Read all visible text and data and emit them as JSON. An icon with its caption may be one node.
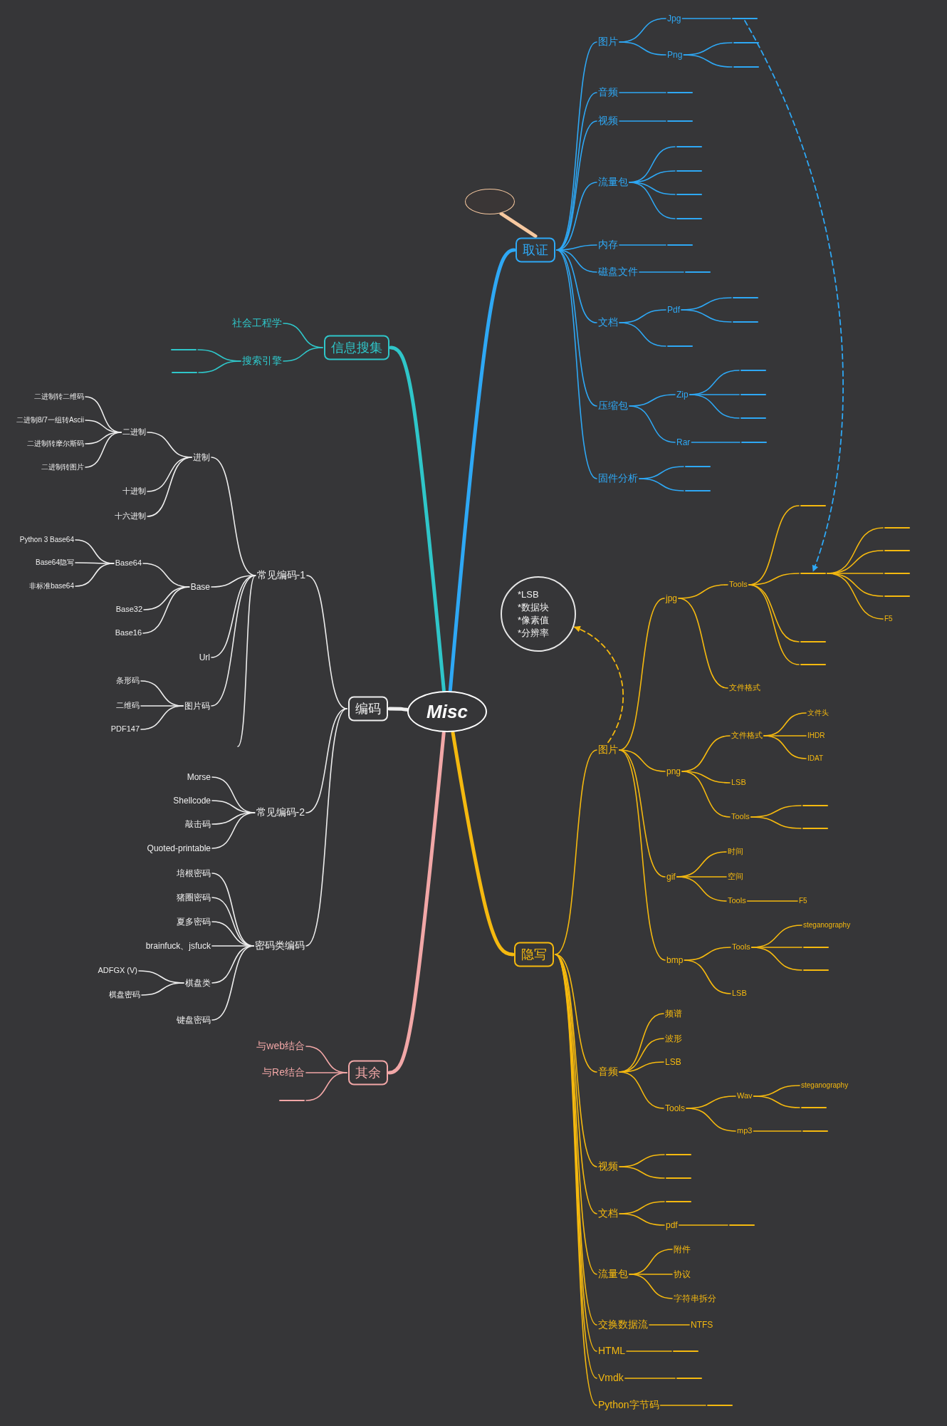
{
  "diagram": {
    "nodes": [
      {
        "text": [
          "Misc"
        ]
      },
      {
        "text": [
          "取证"
        ]
      },
      {
        "text": [],
        "shape": "ellipse"
      },
      {
        "text": [
          "图片"
        ]
      },
      {
        "text": [
          "Jpg"
        ]
      },
      {
        "text": [],
        "shape": "line"
      },
      {
        "text": [
          "Png"
        ]
      },
      {
        "text": [],
        "shape": "line"
      },
      {
        "text": [],
        "shape": "line"
      },
      {
        "text": [
          "音频"
        ]
      },
      {
        "text": [],
        "shape": "line"
      },
      {
        "text": [
          "视频"
        ]
      },
      {
        "text": [],
        "shape": "line"
      },
      {
        "text": [
          "流量包"
        ]
      },
      {
        "text": [],
        "shape": "line"
      },
      {
        "text": [],
        "shape": "line"
      },
      {
        "text": [],
        "shape": "line"
      },
      {
        "text": [],
        "shape": "line"
      },
      {
        "text": [
          "内存"
        ]
      },
      {
        "text": [],
        "shape": "line"
      },
      {
        "text": [
          "磁盘文件"
        ]
      },
      {
        "text": [],
        "shape": "line"
      },
      {
        "text": [
          "文档"
        ]
      },
      {
        "text": [
          "Pdf"
        ]
      },
      {
        "text": [],
        "shape": "line"
      },
      {
        "text": [],
        "shape": "line"
      },
      {
        "text": [],
        "shape": "line"
      },
      {
        "text": [
          "压缩包"
        ]
      },
      {
        "text": [
          "Zip"
        ]
      },
      {
        "text": [],
        "shape": "line"
      },
      {
        "text": [],
        "shape": "line"
      },
      {
        "text": [],
        "shape": "line"
      },
      {
        "text": [
          "Rar"
        ]
      },
      {
        "text": [],
        "shape": "line"
      },
      {
        "text": [
          "固件分析"
        ]
      },
      {
        "text": [],
        "shape": "line"
      },
      {
        "text": [],
        "shape": "line"
      },
      {
        "text": [
          "隐写"
        ]
      },
      {
        "text": [
          "图片"
        ]
      },
      {
        "text": [
          "jpg"
        ]
      },
      {
        "text": [
          "Tools"
        ]
      },
      {
        "text": [],
        "shape": "line"
      },
      {
        "text": [],
        "shape": "line"
      },
      {
        "text": [],
        "shape": "line"
      },
      {
        "text": [],
        "shape": "line"
      },
      {
        "text": [],
        "shape": "line"
      },
      {
        "text": [],
        "shape": "line"
      },
      {
        "text": [
          "F5"
        ]
      },
      {
        "text": [],
        "shape": "line"
      },
      {
        "text": [],
        "shape": "line"
      },
      {
        "text": [
          "文件格式"
        ]
      },
      {
        "text": [
          "png"
        ]
      },
      {
        "text": [
          "文件格式"
        ]
      },
      {
        "text": [
          "文件头"
        ]
      },
      {
        "text": [
          "IHDR"
        ]
      },
      {
        "text": [
          "IDAT"
        ]
      },
      {
        "text": [
          "LSB"
        ]
      },
      {
        "text": [
          "Tools"
        ]
      },
      {
        "text": [],
        "shape": "line"
      },
      {
        "text": [],
        "shape": "line"
      },
      {
        "text": [
          "gif"
        ]
      },
      {
        "text": [
          "时间"
        ]
      },
      {
        "text": [
          "空间"
        ]
      },
      {
        "text": [
          "Tools"
        ]
      },
      {
        "text": [
          "F5"
        ]
      },
      {
        "text": [
          "bmp"
        ]
      },
      {
        "text": [
          "Tools"
        ]
      },
      {
        "text": [
          "steganography"
        ]
      },
      {
        "text": [],
        "shape": "line"
      },
      {
        "text": [],
        "shape": "line"
      },
      {
        "text": [
          "LSB"
        ]
      },
      {
        "text": [
          "音频"
        ]
      },
      {
        "text": [
          "频谱"
        ]
      },
      {
        "text": [
          "波形"
        ]
      },
      {
        "text": [
          "LSB"
        ]
      },
      {
        "text": [
          "Tools"
        ]
      },
      {
        "text": [
          "Wav"
        ]
      },
      {
        "text": [
          "steganography"
        ]
      },
      {
        "text": [],
        "shape": "line"
      },
      {
        "text": [
          "mp3"
        ]
      },
      {
        "text": [],
        "shape": "line"
      },
      {
        "text": [
          "视频"
        ]
      },
      {
        "text": [],
        "shape": "line"
      },
      {
        "text": [],
        "shape": "line"
      },
      {
        "text": [
          "文档"
        ]
      },
      {
        "text": [],
        "shape": "line"
      },
      {
        "text": [
          "pdf"
        ]
      },
      {
        "text": [],
        "shape": "line"
      },
      {
        "text": [
          "流量包"
        ]
      },
      {
        "text": [
          "附件"
        ]
      },
      {
        "text": [
          "协议"
        ]
      },
      {
        "text": [
          "字符串拆分"
        ]
      },
      {
        "text": [
          "交换数据流"
        ]
      },
      {
        "text": [
          "NTFS"
        ]
      },
      {
        "text": [
          "HTML"
        ]
      },
      {
        "text": [],
        "shape": "line"
      },
      {
        "text": [
          "Vmdk"
        ]
      },
      {
        "text": [],
        "shape": "line"
      },
      {
        "text": [
          "Python字节码"
        ]
      },
      {
        "text": [],
        "shape": "line"
      },
      {
        "text": [
          "*LSB",
          "*数据块",
          "*像素值",
          "*分辨率"
        ]
      },
      {
        "text": [
          "信息搜集"
        ]
      },
      {
        "text": [
          "社会工程学"
        ]
      },
      {
        "text": [
          "搜索引擎"
        ]
      },
      {
        "text": [],
        "shape": "line"
      },
      {
        "text": [],
        "shape": "line"
      },
      {
        "text": [
          "编码"
        ]
      },
      {
        "text": [
          "常见编码-1"
        ]
      },
      {
        "text": [
          "进制"
        ]
      },
      {
        "text": [
          "二进制"
        ]
      },
      {
        "text": [
          "二进制转二维码"
        ]
      },
      {
        "text": [
          "二进制8/7一组转Ascii"
        ]
      },
      {
        "text": [
          "二进制转摩尔斯码"
        ]
      },
      {
        "text": [
          "二进制转图片"
        ]
      },
      {
        "text": [
          "十进制"
        ]
      },
      {
        "text": [
          "十六进制"
        ]
      },
      {
        "text": [
          "Base"
        ]
      },
      {
        "text": [
          "Base64"
        ]
      },
      {
        "text": [
          "Python 3 Base64"
        ]
      },
      {
        "text": [
          "Base64隐写"
        ]
      },
      {
        "text": [
          "非标准base64"
        ]
      },
      {
        "text": [
          "Base32"
        ]
      },
      {
        "text": [
          "Base16"
        ]
      },
      {
        "text": [
          "Url"
        ]
      },
      {
        "text": [
          "图片码"
        ]
      },
      {
        "text": [
          "条形码"
        ]
      },
      {
        "text": [
          "二维码"
        ]
      },
      {
        "text": [
          "PDF147"
        ]
      },
      {
        "text": [
          "常见编码-2"
        ]
      },
      {
        "text": [
          "Morse"
        ]
      },
      {
        "text": [
          "Shellcode"
        ]
      },
      {
        "text": [
          "敲击码"
        ]
      },
      {
        "text": [
          "Quoted-printable"
        ]
      },
      {
        "text": [
          "密码类编码"
        ]
      },
      {
        "text": [
          "培根密码"
        ]
      },
      {
        "text": [
          "猪圈密码"
        ]
      },
      {
        "text": [
          "夏多密码"
        ]
      },
      {
        "text": [
          "brainfuck、jsfuck"
        ]
      },
      {
        "text": [
          "棋盘类"
        ]
      },
      {
        "text": [
          "ADFGX (V)"
        ]
      },
      {
        "text": [
          "棋盘密码"
        ]
      },
      {
        "text": [
          "键盘密码"
        ]
      },
      {
        "text": [
          "其余"
        ]
      },
      {
        "text": [
          "与web结合"
        ]
      },
      {
        "text": [
          "与Re结合"
        ]
      },
      {
        "text": [],
        "shape": "line"
      }
    ],
    "edges": [
      {
        "from": 0,
        "to": 1,
        "arrow": "none",
        "style": "thick",
        "color": "#2ea8f5"
      },
      {
        "from": 0,
        "to": 37,
        "arrow": "none",
        "style": "thick"
      },
      {
        "from": 0,
        "to": 101,
        "arrow": "none",
        "style": "thick",
        "color": "#2fc6c9"
      },
      {
        "from": 0,
        "to": 106,
        "arrow": "none",
        "style": "thick",
        "color": "#eeeeee"
      },
      {
        "from": 0,
        "to": 142,
        "arrow": "none",
        "style": "thick",
        "color": "#f2a7a7"
      },
      {
        "from": 2,
        "to": 1,
        "arrow": "none",
        "style": "thick",
        "color": "#f7c9a0"
      },
      {
        "from": 1,
        "to": 3,
        "arrow": "none",
        "color": "#2ea8f5"
      },
      {
        "from": 1,
        "to": 9,
        "arrow": "none",
        "color": "#2ea8f5"
      },
      {
        "from": 1,
        "to": 11,
        "arrow": "none",
        "color": "#2ea8f5"
      },
      {
        "from": 1,
        "to": 13,
        "arrow": "none",
        "color": "#2ea8f5"
      },
      {
        "from": 1,
        "to": 18,
        "arrow": "none",
        "color": "#2ea8f5"
      },
      {
        "from": 1,
        "to": 20,
        "arrow": "none",
        "color": "#2ea8f5"
      },
      {
        "from": 1,
        "to": 22,
        "arrow": "none",
        "color": "#2ea8f5"
      },
      {
        "from": 1,
        "to": 27,
        "arrow": "none",
        "color": "#2ea8f5"
      },
      {
        "from": 1,
        "to": 34,
        "arrow": "none",
        "color": "#2ea8f5"
      },
      {
        "from": 3,
        "to": 4,
        "arrow": "none",
        "color": "#2ea8f5"
      },
      {
        "from": 3,
        "to": 6,
        "arrow": "none",
        "color": "#2ea8f5"
      },
      {
        "from": 4,
        "to": 5,
        "arrow": "none",
        "color": "#2ea8f5"
      },
      {
        "from": 6,
        "to": 7,
        "arrow": "none",
        "color": "#2ea8f5"
      },
      {
        "from": 6,
        "to": 8,
        "arrow": "none",
        "color": "#2ea8f5"
      },
      {
        "from": 9,
        "to": 10,
        "arrow": "none",
        "color": "#2ea8f5"
      },
      {
        "from": 11,
        "to": 12,
        "arrow": "none",
        "color": "#2ea8f5"
      },
      {
        "from": 13,
        "to": 14,
        "arrow": "none",
        "color": "#2ea8f5"
      },
      {
        "from": 13,
        "to": 15,
        "arrow": "none",
        "color": "#2ea8f5"
      },
      {
        "from": 13,
        "to": 16,
        "arrow": "none",
        "color": "#2ea8f5"
      },
      {
        "from": 13,
        "to": 17,
        "arrow": "none",
        "color": "#2ea8f5"
      },
      {
        "from": 18,
        "to": 19,
        "arrow": "none",
        "color": "#2ea8f5"
      },
      {
        "from": 20,
        "to": 21,
        "arrow": "none",
        "color": "#2ea8f5"
      },
      {
        "from": 22,
        "to": 23,
        "arrow": "none",
        "color": "#2ea8f5"
      },
      {
        "from": 22,
        "to": 26,
        "arrow": "none",
        "color": "#2ea8f5"
      },
      {
        "from": 23,
        "to": 24,
        "arrow": "none",
        "color": "#2ea8f5"
      },
      {
        "from": 23,
        "to": 25,
        "arrow": "none",
        "color": "#2ea8f5"
      },
      {
        "from": 27,
        "to": 28,
        "arrow": "none",
        "color": "#2ea8f5"
      },
      {
        "from": 27,
        "to": 32,
        "arrow": "none",
        "color": "#2ea8f5"
      },
      {
        "from": 28,
        "to": 29,
        "arrow": "none",
        "color": "#2ea8f5"
      },
      {
        "from": 28,
        "to": 30,
        "arrow": "none",
        "color": "#2ea8f5"
      },
      {
        "from": 28,
        "to": 31,
        "arrow": "none",
        "color": "#2ea8f5"
      },
      {
        "from": 32,
        "to": 33,
        "arrow": "none",
        "color": "#2ea8f5"
      },
      {
        "from": 34,
        "to": 35,
        "arrow": "none",
        "color": "#2ea8f5"
      },
      {
        "from": 34,
        "to": 36,
        "arrow": "none",
        "color": "#2ea8f5"
      },
      {
        "from": 5,
        "to": 42,
        "arrow": "to",
        "style": "dashed",
        "color": "#2ea8f5"
      },
      {
        "from": 37,
        "to": 38,
        "arrow": "none"
      },
      {
        "from": 37,
        "to": 71,
        "arrow": "none"
      },
      {
        "from": 37,
        "to": 81,
        "arrow": "none"
      },
      {
        "from": 37,
        "to": 84,
        "arrow": "none"
      },
      {
        "from": 37,
        "to": 88,
        "arrow": "none"
      },
      {
        "from": 37,
        "to": 92,
        "arrow": "none"
      },
      {
        "from": 37,
        "to": 94,
        "arrow": "none"
      },
      {
        "from": 37,
        "to": 96,
        "arrow": "none"
      },
      {
        "from": 37,
        "to": 98,
        "arrow": "none"
      },
      {
        "from": 38,
        "to": 39,
        "arrow": "none"
      },
      {
        "from": 38,
        "to": 51,
        "arrow": "none"
      },
      {
        "from": 38,
        "to": 60,
        "arrow": "none"
      },
      {
        "from": 38,
        "to": 65,
        "arrow": "none"
      },
      {
        "from": 39,
        "to": 40,
        "arrow": "none"
      },
      {
        "from": 39,
        "to": 50,
        "arrow": "none"
      },
      {
        "from": 40,
        "to": 41,
        "arrow": "none"
      },
      {
        "from": 40,
        "to": 42,
        "arrow": "none"
      },
      {
        "from": 40,
        "to": 48,
        "arrow": "none"
      },
      {
        "from": 40,
        "to": 49,
        "arrow": "none"
      },
      {
        "from": 42,
        "to": 43,
        "arrow": "none"
      },
      {
        "from": 42,
        "to": 44,
        "arrow": "none"
      },
      {
        "from": 42,
        "to": 45,
        "arrow": "none"
      },
      {
        "from": 42,
        "to": 46,
        "arrow": "none"
      },
      {
        "from": 42,
        "to": 47,
        "arrow": "none"
      },
      {
        "from": 51,
        "to": 52,
        "arrow": "none"
      },
      {
        "from": 51,
        "to": 56,
        "arrow": "none"
      },
      {
        "from": 51,
        "to": 57,
        "arrow": "none"
      },
      {
        "from": 52,
        "to": 53,
        "arrow": "none"
      },
      {
        "from": 52,
        "to": 54,
        "arrow": "none"
      },
      {
        "from": 52,
        "to": 55,
        "arrow": "none"
      },
      {
        "from": 57,
        "to": 58,
        "arrow": "none"
      },
      {
        "from": 57,
        "to": 59,
        "arrow": "none"
      },
      {
        "from": 60,
        "to": 61,
        "arrow": "none"
      },
      {
        "from": 60,
        "to": 62,
        "arrow": "none"
      },
      {
        "from": 60,
        "to": 63,
        "arrow": "none"
      },
      {
        "from": 63,
        "to": 64,
        "arrow": "none"
      },
      {
        "from": 65,
        "to": 66,
        "arrow": "none"
      },
      {
        "from": 65,
        "to": 70,
        "arrow": "none"
      },
      {
        "from": 66,
        "to": 67,
        "arrow": "none"
      },
      {
        "from": 66,
        "to": 68,
        "arrow": "none"
      },
      {
        "from": 66,
        "to": 69,
        "arrow": "none"
      },
      {
        "from": 71,
        "to": 72,
        "arrow": "none"
      },
      {
        "from": 71,
        "to": 73,
        "arrow": "none"
      },
      {
        "from": 71,
        "to": 74,
        "arrow": "none"
      },
      {
        "from": 71,
        "to": 75,
        "arrow": "none"
      },
      {
        "from": 75,
        "to": 76,
        "arrow": "none"
      },
      {
        "from": 75,
        "to": 79,
        "arrow": "none"
      },
      {
        "from": 76,
        "to": 77,
        "arrow": "none"
      },
      {
        "from": 76,
        "to": 78,
        "arrow": "none"
      },
      {
        "from": 79,
        "to": 80,
        "arrow": "none"
      },
      {
        "from": 81,
        "to": 82,
        "arrow": "none"
      },
      {
        "from": 81,
        "to": 83,
        "arrow": "none"
      },
      {
        "from": 84,
        "to": 85,
        "arrow": "none"
      },
      {
        "from": 84,
        "to": 86,
        "arrow": "none"
      },
      {
        "from": 86,
        "to": 87,
        "arrow": "none"
      },
      {
        "from": 88,
        "to": 89,
        "arrow": "none"
      },
      {
        "from": 88,
        "to": 90,
        "arrow": "none"
      },
      {
        "from": 88,
        "to": 91,
        "arrow": "none"
      },
      {
        "from": 92,
        "to": 93,
        "arrow": "none"
      },
      {
        "from": 94,
        "to": 95,
        "arrow": "none"
      },
      {
        "from": 96,
        "to": 97,
        "arrow": "none"
      },
      {
        "from": 98,
        "to": 99,
        "arrow": "none"
      },
      {
        "from": 38,
        "to": 100,
        "arrow": "to",
        "style": "dashed"
      },
      {
        "from": 101,
        "to": 102,
        "arrow": "none",
        "color": "#2fc6c9"
      },
      {
        "from": 101,
        "to": 103,
        "arrow": "none",
        "color": "#2fc6c9"
      },
      {
        "from": 103,
        "to": 104,
        "arrow": "none",
        "color": "#2fc6c9"
      },
      {
        "from": 103,
        "to": 105,
        "arrow": "none",
        "color": "#2fc6c9"
      },
      {
        "from": 106,
        "to": 107,
        "arrow": "none",
        "color": "#eeeeee"
      },
      {
        "from": 106,
        "to": 128,
        "arrow": "none",
        "color": "#eeeeee"
      },
      {
        "from": 106,
        "to": 133,
        "arrow": "none",
        "color": "#eeeeee"
      },
      {
        "from": 107,
        "to": 108,
        "arrow": "none",
        "color": "#eeeeee"
      },
      {
        "from": 107,
        "to": 116,
        "arrow": "none",
        "color": "#eeeeee"
      },
      {
        "from": 107,
        "to": 123,
        "arrow": "none",
        "color": "#eeeeee"
      },
      {
        "from": 107,
        "to": 124,
        "arrow": "none",
        "color": "#eeeeee"
      },
      {
        "from": 107,
        "to": null,
        "arrow": "none",
        "color": "#eeeeee"
      },
      {
        "from": 108,
        "to": 109,
        "arrow": "none",
        "color": "#eeeeee"
      },
      {
        "from": 108,
        "to": 114,
        "arrow": "none",
        "color": "#eeeeee"
      },
      {
        "from": 108,
        "to": 115,
        "arrow": "none",
        "color": "#eeeeee"
      },
      {
        "from": 109,
        "to": 110,
        "arrow": "none",
        "color": "#eeeeee"
      },
      {
        "from": 109,
        "to": 111,
        "arrow": "none",
        "color": "#eeeeee"
      },
      {
        "from": 109,
        "to": 112,
        "arrow": "none",
        "color": "#eeeeee"
      },
      {
        "from": 109,
        "to": 113,
        "arrow": "none",
        "color": "#eeeeee"
      },
      {
        "from": 116,
        "to": 117,
        "arrow": "none",
        "color": "#eeeeee"
      },
      {
        "from": 116,
        "to": 121,
        "arrow": "none",
        "color": "#eeeeee"
      },
      {
        "from": 116,
        "to": 122,
        "arrow": "none",
        "color": "#eeeeee"
      },
      {
        "from": 117,
        "to": 118,
        "arrow": "none",
        "color": "#eeeeee"
      },
      {
        "from": 117,
        "to": 119,
        "arrow": "none",
        "color": "#eeeeee"
      },
      {
        "from": 117,
        "to": 120,
        "arrow": "none",
        "color": "#eeeeee"
      },
      {
        "from": 124,
        "to": 125,
        "arrow": "none",
        "color": "#eeeeee"
      },
      {
        "from": 124,
        "to": 126,
        "arrow": "none",
        "color": "#eeeeee"
      },
      {
        "from": 124,
        "to": 127,
        "arrow": "none",
        "color": "#eeeeee"
      },
      {
        "from": 128,
        "to": 129,
        "arrow": "none",
        "color": "#eeeeee"
      },
      {
        "from": 128,
        "to": 130,
        "arrow": "none",
        "color": "#eeeeee"
      },
      {
        "from": 128,
        "to": 131,
        "arrow": "none",
        "color": "#eeeeee"
      },
      {
        "from": 128,
        "to": 132,
        "arrow": "none",
        "color": "#eeeeee"
      },
      {
        "from": 133,
        "to": 134,
        "arrow": "none",
        "color": "#eeeeee"
      },
      {
        "from": 133,
        "to": 135,
        "arrow": "none",
        "color": "#eeeeee"
      },
      {
        "from": 133,
        "to": 136,
        "arrow": "none",
        "color": "#eeeeee"
      },
      {
        "from": 133,
        "to": 137,
        "arrow": "none",
        "color": "#eeeeee"
      },
      {
        "from": 133,
        "to": 138,
        "arrow": "none",
        "color": "#eeeeee"
      },
      {
        "from": 133,
        "to": 141,
        "arrow": "none",
        "color": "#eeeeee"
      },
      {
        "from": 138,
        "to": 139,
        "arrow": "none",
        "color": "#eeeeee"
      },
      {
        "from": 138,
        "to": 140,
        "arrow": "none",
        "color": "#eeeeee"
      },
      {
        "from": 142,
        "to": 143,
        "arrow": "none",
        "color": "#f2a7a7"
      },
      {
        "from": 142,
        "to": 144,
        "arrow": "none",
        "color": "#f2a7a7"
      },
      {
        "from": 142,
        "to": 145,
        "arrow": "none",
        "color": "#f2a7a7"
      }
    ]
  }
}
